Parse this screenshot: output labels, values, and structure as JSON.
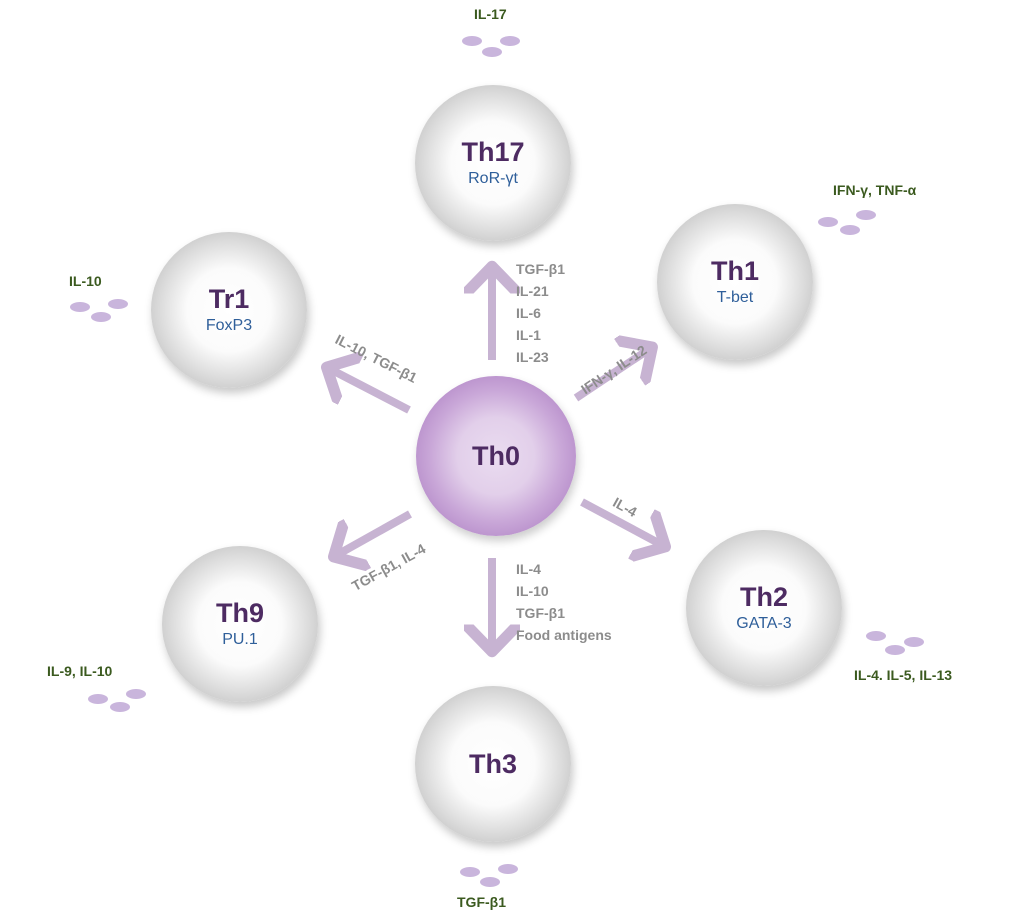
{
  "center": {
    "name": "Th0"
  },
  "cells": {
    "th17": {
      "name": "Th17",
      "tf": "RoR-γt",
      "cytokines": "IL-17"
    },
    "th1": {
      "name": "Th1",
      "tf": "T-bet",
      "cytokines": "IFN-γ, TNF-α"
    },
    "tr1": {
      "name": "Tr1",
      "tf": "FoxP3",
      "cytokines": "IL-10"
    },
    "th9": {
      "name": "Th9",
      "tf": "PU.1",
      "cytokines": "IL-9, IL-10"
    },
    "th2": {
      "name": "Th2",
      "tf": "GATA-3",
      "cytokines": "IL-4. IL-5, IL-13"
    },
    "th3": {
      "name": "Th3",
      "cytokines": "TGF-β1"
    }
  },
  "conditions": {
    "th17": [
      "TGF-β1",
      "IL-21",
      "IL-6",
      "IL-1",
      "IL-23"
    ],
    "th1": "IFN-γ, IL-12",
    "tr1": "IL-10, TGF-β1",
    "th9": "TGF-β1, IL-4",
    "th2": "IL-4",
    "th3": [
      "IL-4",
      "IL-10",
      "TGF-β1",
      "Food antigens"
    ]
  },
  "colors": {
    "arrow": "#c7b3d2",
    "cell_name": "#4d2b62",
    "transcription_factor": "#2f5f9a",
    "cytokine_text": "#3b5a1f",
    "condition_text": "#8c8c8c",
    "cytokine_granule": "#c9b5dc"
  }
}
